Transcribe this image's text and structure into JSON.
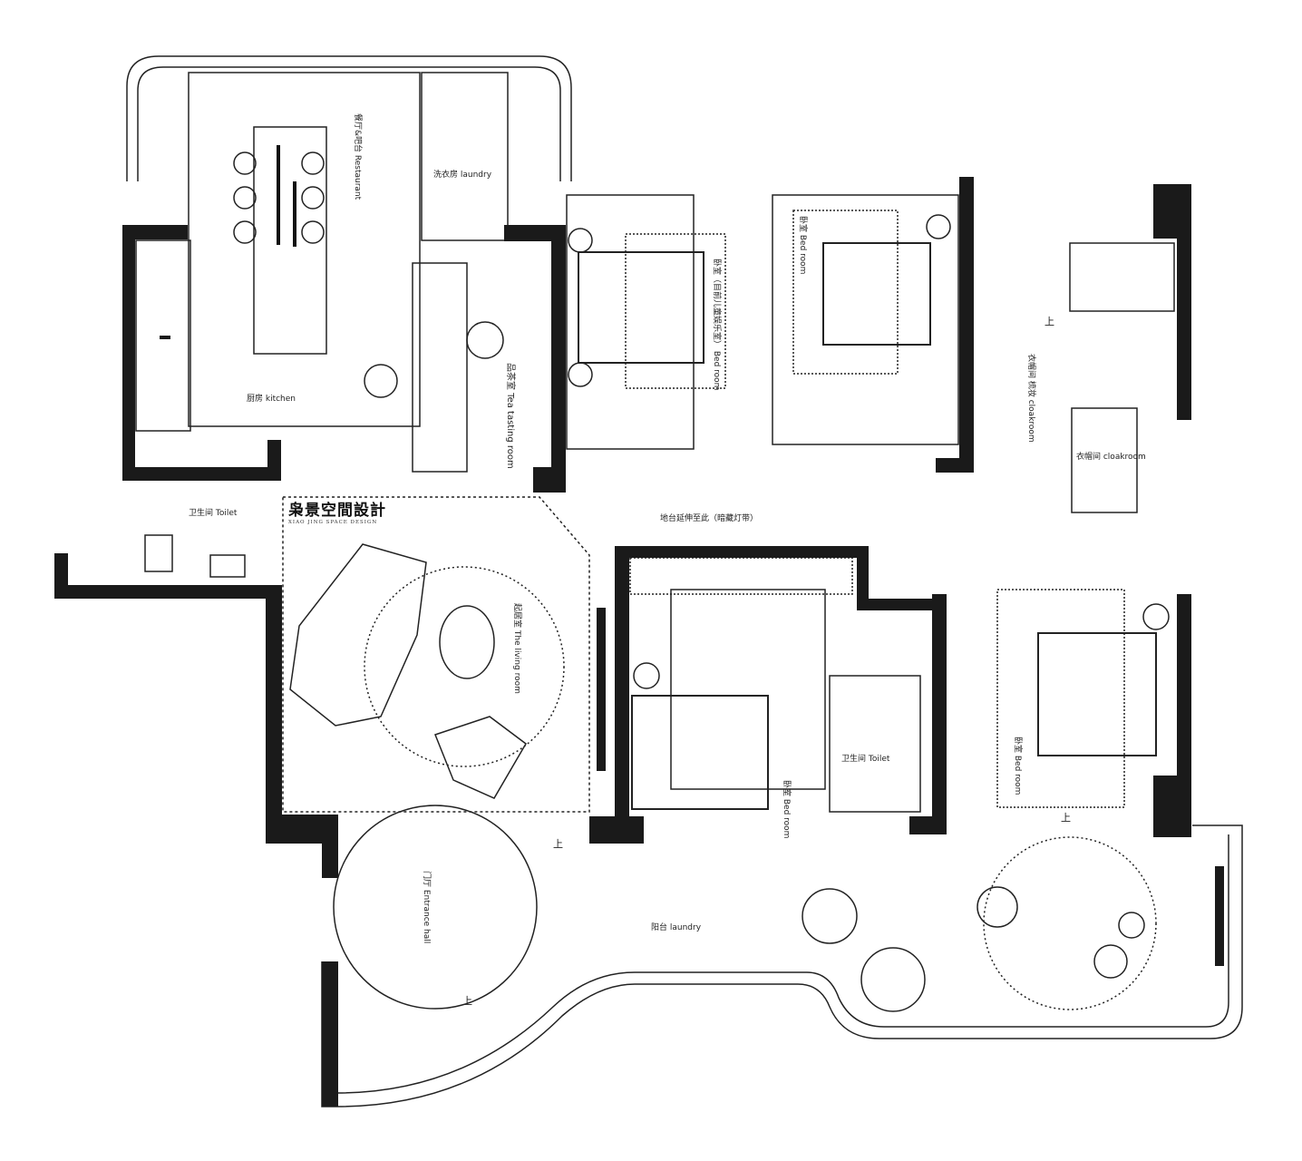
{
  "logo": {
    "name_cn": "枭景空間設計",
    "name_en": "XIAO JING SPACE DESIGN"
  },
  "rooms": {
    "restaurant": "餐厅&吧台 Restaurant",
    "laundry_room": "洗衣房 laundry",
    "kitchen": "厨房 kitchen",
    "tea_room": "品茶室 Tea tasting room",
    "toilet_left": "卫生间 Toilet",
    "living_room": "起居室 The living room",
    "entrance_hall": "门厅 Entrance hall",
    "balcony": "阳台 laundry",
    "bedroom_kids": "卧室（目前儿童娱乐室） Bed room",
    "bedroom_2": "卧室 Bed room",
    "bedroom_3": "卧室 Bed room",
    "toilet_center": "卫生间 Toilet",
    "master_bedroom": "卧室 Bed room",
    "dressing": "衣帽间 梳妆 cloakroom",
    "cloakroom": "衣帽间 cloakroom"
  },
  "annotations": {
    "platform_note": "地台延伸至此（暗藏灯带）",
    "up_marker": "上"
  }
}
